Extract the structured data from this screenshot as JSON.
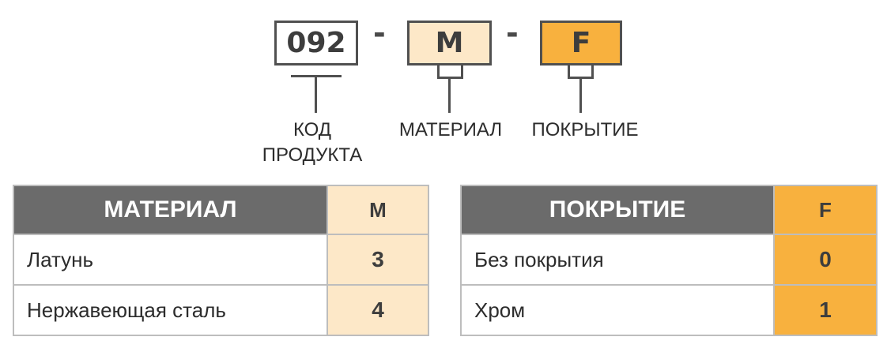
{
  "code_boxes": {
    "product": "092",
    "material": "M",
    "coating": "F",
    "separator": "-"
  },
  "labels": {
    "product_line1": "КОД",
    "product_line2": "ПРОДУКТА",
    "material": "МАТЕРИАЛ",
    "coating": "ПОКРЫТИЕ"
  },
  "material_table": {
    "header": "МАТЕРИАЛ",
    "code_header": "M",
    "rows": [
      {
        "name": "Латунь",
        "code": "3"
      },
      {
        "name": "Нержавеющая сталь",
        "code": "4"
      }
    ]
  },
  "coating_table": {
    "header": "ПОКРЫТИЕ",
    "code_header": "F",
    "rows": [
      {
        "name": "Без покрытия",
        "code": "0"
      },
      {
        "name": "Хром",
        "code": "1"
      }
    ]
  },
  "colors": {
    "header_gray": "#6b6b6b",
    "material_cream": "#fde8c8",
    "coating_orange": "#f8b13e"
  }
}
